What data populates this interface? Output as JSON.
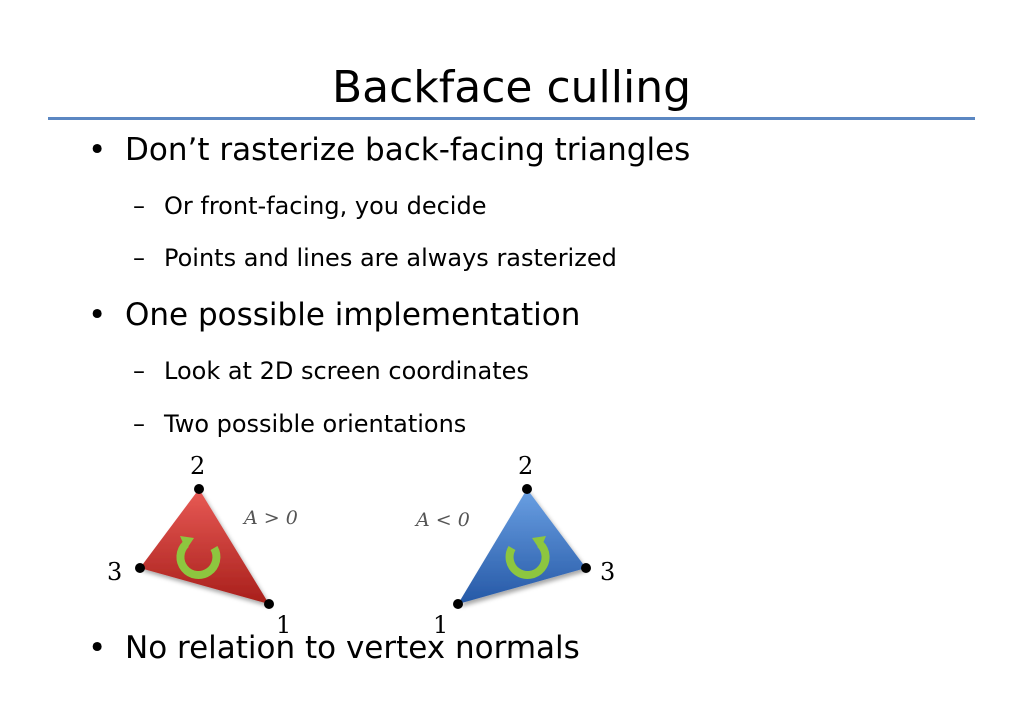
{
  "slide": {
    "title": "Backface culling",
    "bullets": [
      {
        "text": "Don’t rasterize back-facing triangles",
        "sub": [
          "Or front-facing, you decide",
          "Points and lines are always rasterized"
        ]
      },
      {
        "text": "One possible implementation",
        "sub": [
          "Look at 2D screen coordinates",
          "Two possible orientations"
        ]
      },
      {
        "text": "No relation to vertex normals",
        "sub": []
      }
    ],
    "bullet_glyph": "•",
    "sub_glyph": "–"
  },
  "figure": {
    "left_triangle": {
      "color": "#d2302a",
      "labels": {
        "v1": "1",
        "v2": "2",
        "v3": "3"
      },
      "area_label": "A > 0",
      "arrow": "counterclockwise-arrow"
    },
    "right_triangle": {
      "color": "#3b76c6",
      "labels": {
        "v1": "1",
        "v2": "2",
        "v3": "3"
      },
      "area_label": "A < 0",
      "arrow": "clockwise-arrow"
    },
    "arrow_color": "#8dc63f"
  }
}
